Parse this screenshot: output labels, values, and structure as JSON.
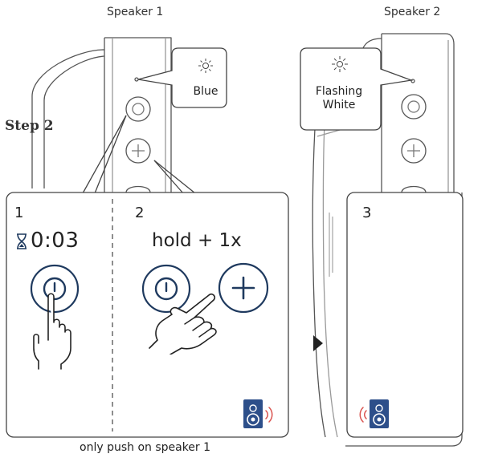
{
  "speaker1": {
    "label": "Speaker 1",
    "led_label": "Blue"
  },
  "speaker2": {
    "label": "Speaker 2",
    "led_label_line1": "Flashing",
    "led_label_line2": "White"
  },
  "step_label": "Step 2",
  "panel1": {
    "number": "1",
    "timer": "0:03"
  },
  "panel2": {
    "number": "2",
    "instruction": "hold  + 1x"
  },
  "panel3": {
    "number": "3"
  },
  "footnote": "only push on speaker 1",
  "colors": {
    "stroke": "#444444",
    "accent": "#1f3a5f",
    "speaker_blue": "#2d4f8a",
    "wave_red": "#d9534f"
  },
  "icons": [
    "led-light-icon",
    "hourglass-icon",
    "power-button-icon",
    "plus-button-icon",
    "hand-pointing-icon",
    "bluetooth-speaker-icon"
  ]
}
